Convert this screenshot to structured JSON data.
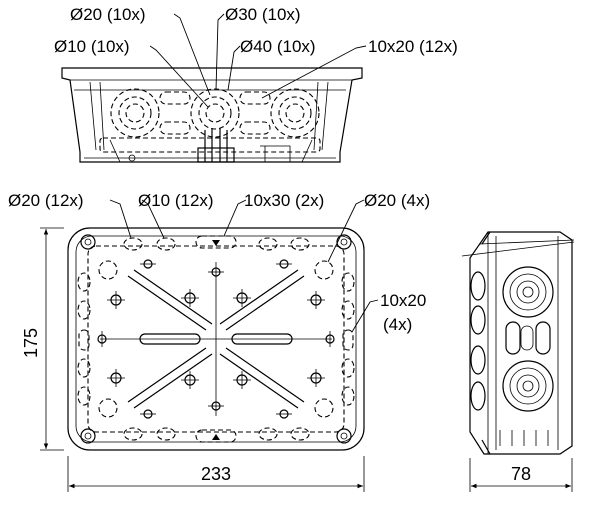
{
  "top_view": {
    "labels": {
      "d20": "Ø20 (10x)",
      "d30": "Ø30 (10x)",
      "d10": "Ø10 (10x)",
      "d40": "Ø40 (10x)",
      "slot": "10x20 (12x)"
    }
  },
  "front_view": {
    "labels": {
      "d20": "Ø20 (12x)",
      "d10": "Ø10 (12x)",
      "slot_long": "10x30 (2x)",
      "d20_corner": "Ø20 (4x)",
      "slot_side_line1": "10x20",
      "slot_side_line2": "(4x)"
    },
    "dimensions": {
      "height": "175",
      "width": "233"
    }
  },
  "side_view": {
    "dimensions": {
      "depth": "78"
    }
  }
}
